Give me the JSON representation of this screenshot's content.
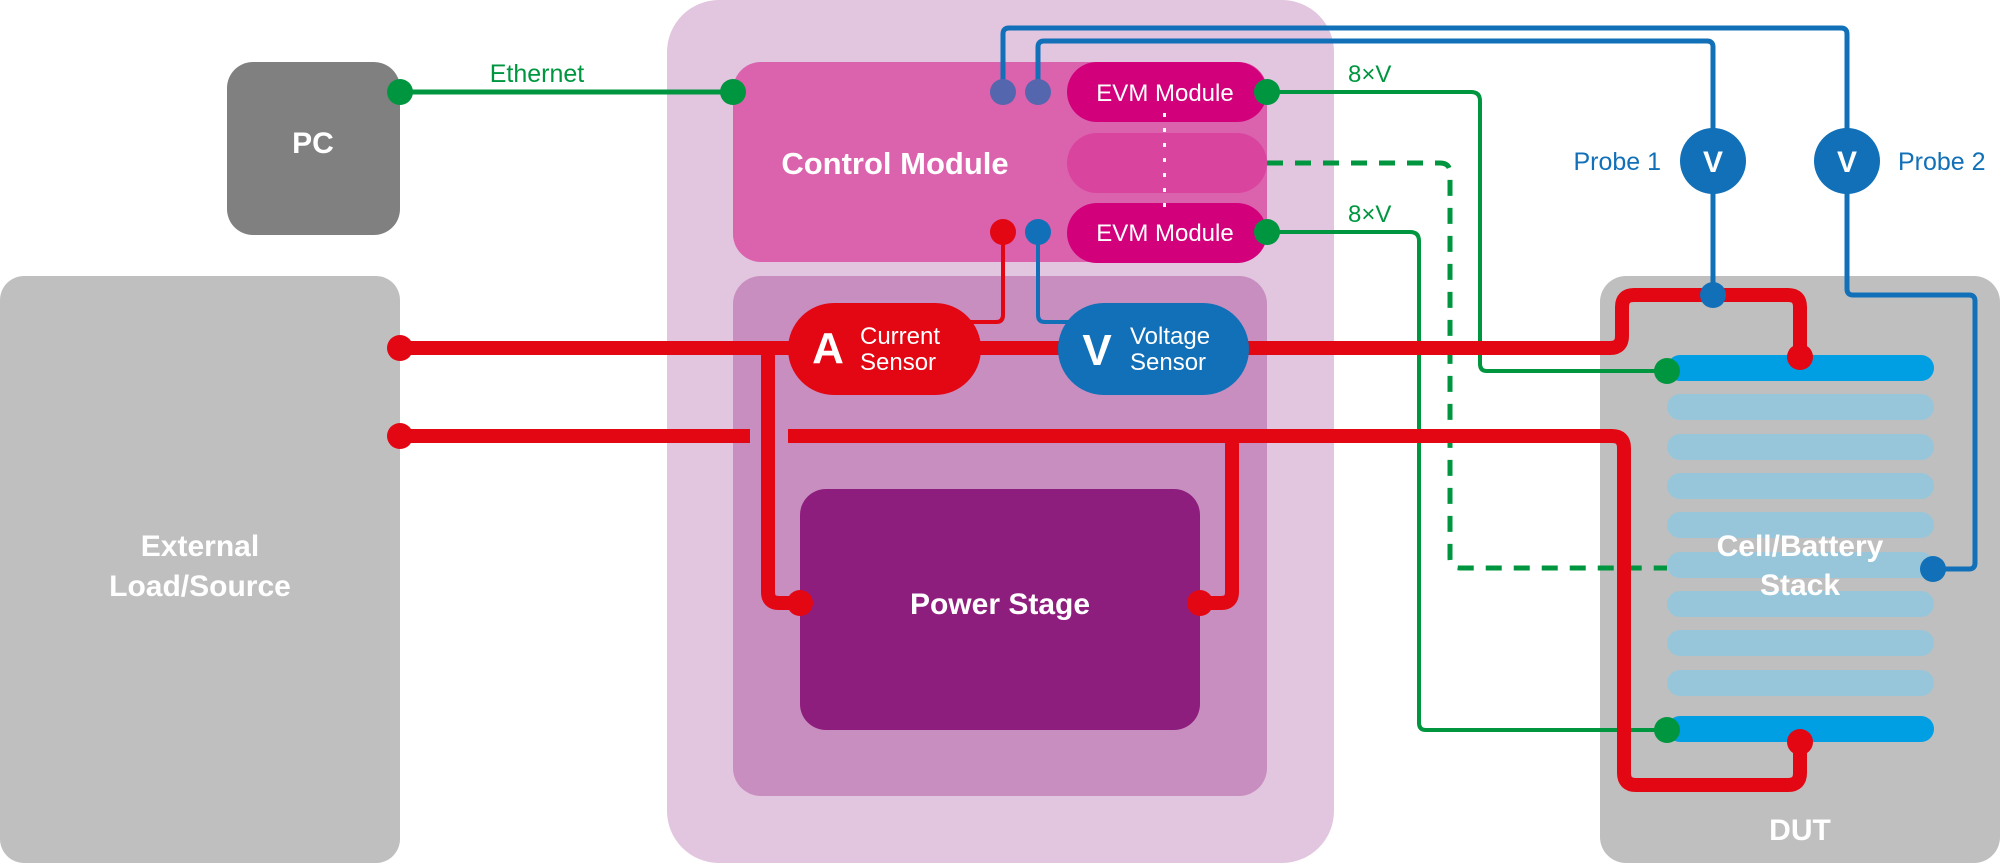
{
  "blocks": {
    "pc": {
      "label": "PC"
    },
    "external": {
      "label_line1": "External",
      "label_line2": "Load/Source"
    },
    "control_module": {
      "label": "Control Module"
    },
    "evm_top": {
      "label": "EVM Module"
    },
    "evm_bottom": {
      "label": "EVM Module"
    },
    "current_sensor": {
      "symbol": "A",
      "label_line1": "Current",
      "label_line2": "Sensor"
    },
    "voltage_sensor": {
      "symbol": "V",
      "label_line1": "Voltage",
      "label_line2": "Sensor"
    },
    "power_stage": {
      "label": "Power Stage"
    },
    "battery_stack": {
      "label_line1": "Cell/Battery",
      "label_line2": "Stack",
      "cell_count": 10
    },
    "dut": {
      "label": "DUT"
    },
    "probe1": {
      "symbol": "V",
      "label": "Probe 1"
    },
    "probe2": {
      "symbol": "V",
      "label": "Probe 2"
    }
  },
  "connections": {
    "ethernet": {
      "label": "Ethernet"
    },
    "evm_top_sense": {
      "label": "8×V"
    },
    "evm_bottom_sense": {
      "label": "8×V"
    }
  },
  "colors": {
    "power": "#e30613",
    "sense_green": "#009640",
    "probe_blue": "#1170b8",
    "probe_violet": "#5466ae",
    "evm": "#d3007c",
    "control": "#db62ad",
    "outer_box": "#e2c5df",
    "inner_box": "#c78ebf",
    "power_stage": "#8e1e7e",
    "gray_box": "#bfbfbf",
    "pc_box": "#808080",
    "cell_active": "#009fe3",
    "cell_passive": "#97c6da"
  }
}
